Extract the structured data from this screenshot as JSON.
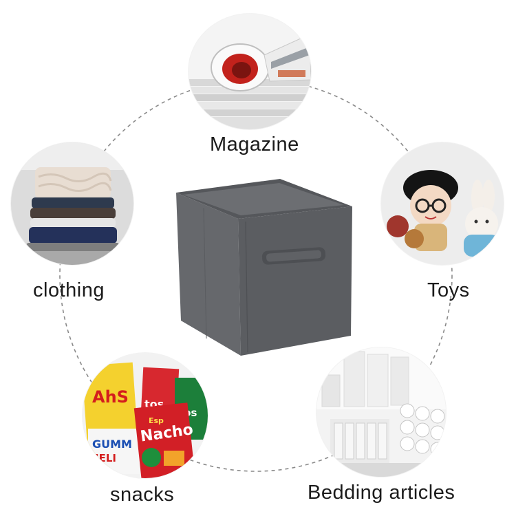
{
  "product": {
    "name": "gray-fabric-storage-cube",
    "icon": "storage-box-icon",
    "color": "#5e6064"
  },
  "ring_color": "#8a8a8a",
  "uses": [
    {
      "id": "magazine",
      "label": "Magazine",
      "icon": "magazine-icon"
    },
    {
      "id": "clothing",
      "label": "clothing",
      "icon": "folded-clothes-icon"
    },
    {
      "id": "toys",
      "label": "Toys",
      "icon": "plush-toys-icon"
    },
    {
      "id": "snacks",
      "label": "snacks",
      "icon": "snack-bags-icon"
    },
    {
      "id": "bedding",
      "label": "Bedding articles",
      "icon": "rolled-towels-icon"
    }
  ],
  "snack_pack_text": {
    "pack1": "AhS",
    "pack2": "tos",
    "pack3": "tos",
    "pack4_top": "Esp",
    "pack4": "Nacho",
    "pack5": "GUMM",
    "pack5b": "JELI"
  }
}
